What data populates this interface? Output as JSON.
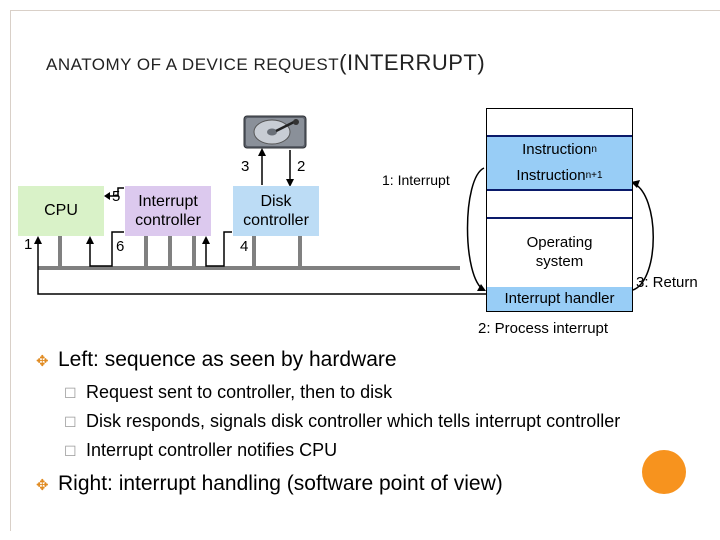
{
  "title": {
    "part1": "ANATOMY OF A DEVICE REQUEST",
    "part2": "(INTERRUPT)"
  },
  "left_diagram": {
    "cpu": "CPU",
    "interrupt_controller": [
      "Interrupt",
      "controller"
    ],
    "disk_controller": [
      "Disk",
      "controller"
    ],
    "labels": {
      "l1": "1",
      "l2": "2",
      "l3": "3",
      "l4": "4",
      "l5": "5",
      "l6": "6"
    }
  },
  "right_diagram": {
    "interrupt_label": "1: Interrupt",
    "instruction_n": {
      "base": "Instruction",
      "sub": "n"
    },
    "instruction_n1": {
      "base": "Instruction",
      "sub": "n+1"
    },
    "os_lines": [
      "Operating",
      "system",
      "Interrupt handler"
    ],
    "return_label": "3: Return",
    "process_label": "2: Process interrupt"
  },
  "bullets": [
    {
      "text": "Left: sequence as seen by hardware",
      "sub": [
        "Request sent to controller, then to disk",
        "Disk responds, signals disk controller which tells interrupt controller",
        "Interrupt controller notifies CPU"
      ]
    },
    {
      "text": "Right: interrupt handling (software point of view)",
      "sub": []
    }
  ],
  "colors": {
    "cpu_fill": "#d9f2c8",
    "interrupt_controller_fill": "#dcc9ee",
    "disk_controller_fill": "#bcdcf5",
    "stack_highlight": "#98cdf6",
    "stack_dark": "#0a1a6a",
    "bus": "#808080",
    "accent": "#f7931e"
  },
  "icons": {
    "disk_drive": "hard-disk-icon",
    "bullet_main": "bullet-icon",
    "bullet_sub": "checkbox-bullet-icon"
  }
}
